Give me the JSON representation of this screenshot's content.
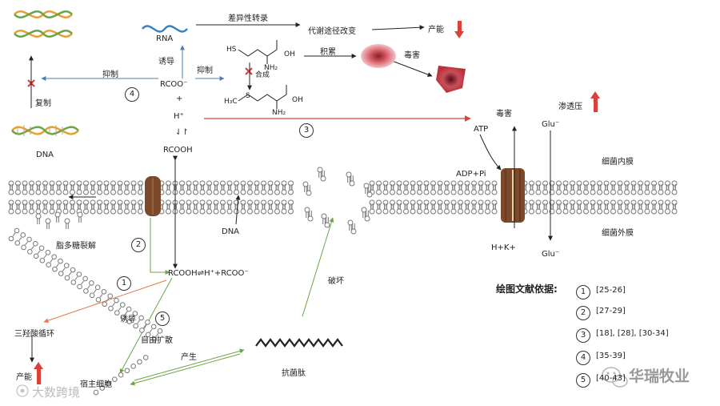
{
  "labels": {
    "rna": "RNA",
    "induce_top": "诱导",
    "diff_transcription": "差异性转录",
    "metabolic_change": "代谢途径改变",
    "energy_top": "产能",
    "hs_formula": "HS",
    "oh_top": "OH",
    "nh2_top": "NH₂",
    "synth": "合成",
    "ch3s": "H₃C",
    "s_label": "S",
    "oh_bot": "OH",
    "nh2_bot": "NH₂",
    "accumulate": "积累",
    "toxic_top": "毒害",
    "inhibit_left": "抑制",
    "inhibit_mid": "抑制",
    "rcoo": "RCOO⁻",
    "plus": "+",
    "replicate": "复制",
    "hplus": "H⁺",
    "equil": "⇃↾",
    "dna_left": "DNA",
    "rcooh": "RCOOH",
    "toxic_right": "毒害",
    "osmotic": "渗透压",
    "atp": "ATP",
    "glu_top": "Glu⁻",
    "adp": "ADP+Pi",
    "inner_membrane": "细菌内膜",
    "dna_mid": "DNA",
    "lps": "脂多糖裂解",
    "outer_membrane": "细菌外膜",
    "hk": "H+K+",
    "glu_bot": "Glu⁻",
    "equation": "RCOOH⇌H⁺+RCOO⁻",
    "destroy": "破坏",
    "induce_bottom": "诱导",
    "free_diffusion": "自由扩散",
    "tca": "三羟酸循环",
    "produce": "产生",
    "antimicrobial": "抗菌肽",
    "energy_bottom": "产能",
    "host_cell": "宿主细胞",
    "ref_title": "绘图文献依据:",
    "watermark_left": "大数跨境",
    "watermark_right": "华瑞牧业"
  },
  "circles": [
    "1",
    "2",
    "3",
    "4",
    "5"
  ],
  "references": [
    {
      "num": "1",
      "text": "[25-26]"
    },
    {
      "num": "2",
      "text": "[27-29]"
    },
    {
      "num": "3",
      "text": "[18], [28], [30-34]"
    },
    {
      "num": "4",
      "text": "[35-39]"
    },
    {
      "num": "5",
      "text": "[40-43]"
    }
  ],
  "colors": {
    "arrow_red": "#d9423a",
    "arrow_blue": "#4a7fb5",
    "arrow_green": "#6aa54a",
    "arrow_orange": "#e07a4a",
    "membrane": "#777777",
    "channel": "#7a4a2a",
    "dna_orange": "#e8a030",
    "dna_green": "#6aa54a",
    "rna_blue": "#3a7fc0"
  }
}
